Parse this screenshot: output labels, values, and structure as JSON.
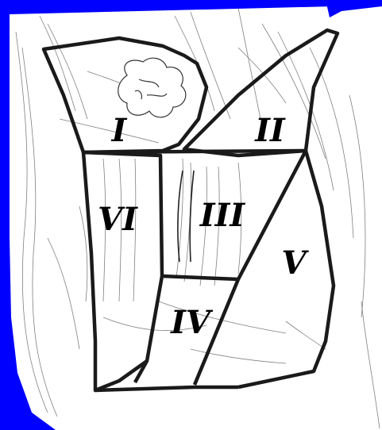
{
  "colors": {
    "background": "#0000ff",
    "illustration": "#ffffff",
    "ink": "#000000",
    "sketch": "#555555"
  },
  "regions": [
    {
      "id": "I",
      "label": "I"
    },
    {
      "id": "II",
      "label": "II"
    },
    {
      "id": "III",
      "label": "III"
    },
    {
      "id": "IV",
      "label": "IV"
    },
    {
      "id": "V",
      "label": "V"
    },
    {
      "id": "VI",
      "label": "VI"
    }
  ]
}
